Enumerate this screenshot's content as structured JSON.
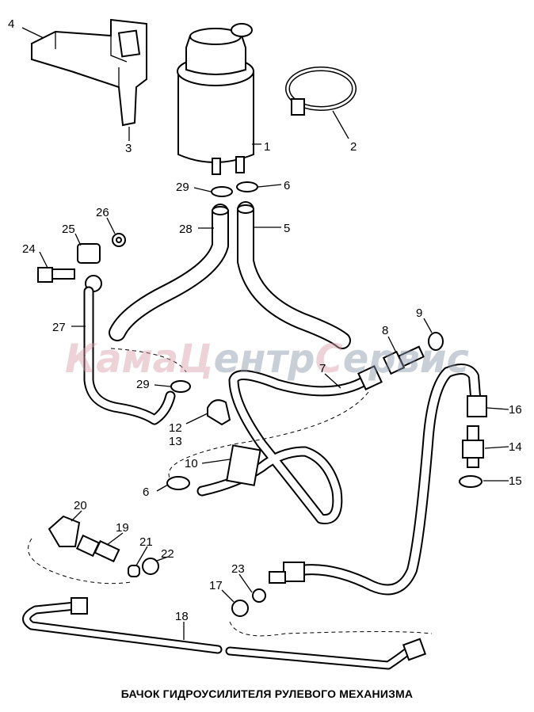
{
  "title": "БАЧОК ГИДРОУСИЛИТЕЛЯ РУЛЕВОГО МЕХАНИЗМА",
  "watermark": {
    "part1": "Кама",
    "part2": "Ц",
    "part3": "ентр",
    "part4": "С",
    "part5": "ервис",
    "pink": "#d9a0a8",
    "grey": "#8a96a8"
  },
  "labels": {
    "l1": "1",
    "l2": "2",
    "l3": "3",
    "l4": "4",
    "l5": "5",
    "l6a": "6",
    "l6b": "6",
    "l7": "7",
    "l8": "8",
    "l9": "9",
    "l10": "10",
    "l12": "12",
    "l13": "13",
    "l14": "14",
    "l15": "15",
    "l16": "16",
    "l17": "17",
    "l18": "18",
    "l19": "19",
    "l20": "20",
    "l21": "21",
    "l22": "22",
    "l23": "23",
    "l24": "24",
    "l25": "25",
    "l26": "26",
    "l27": "27",
    "l28": "28",
    "l29a": "29",
    "l29b": "29"
  }
}
